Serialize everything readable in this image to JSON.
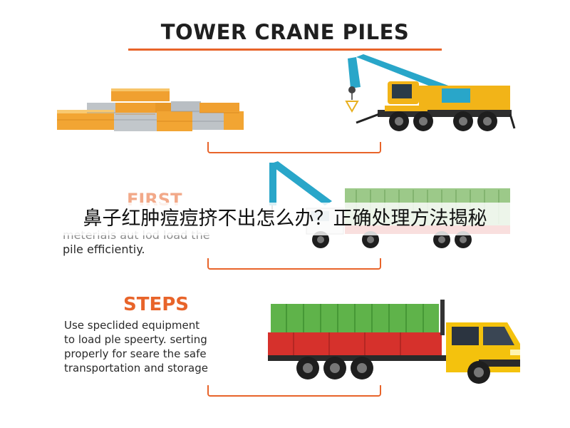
{
  "title": "TOWER CRANE PILES",
  "first": {
    "heading": "FIRST",
    "lines": [
      "meterials aut lod load the",
      "pile efficientiy."
    ]
  },
  "steps": {
    "heading": "STEPS",
    "lines": [
      "Use speclided equipment",
      "to load ple speerty. serting",
      "properly for seare the safe",
      "transportation and storage"
    ]
  },
  "banner": "鼻子红肿痘痘挤不出怎么办？正确处理方法揭秘",
  "colors": {
    "accent": "#e8642a",
    "crane_blue": "#29a6c9",
    "crane_yellow": "#f2b418",
    "container_green": "#5fb34a",
    "truck_red": "#d6312c"
  },
  "icons": [
    "lumber-stack-icon",
    "mobile-crane-icon",
    "truck-crane-icon",
    "cargo-truck-icon"
  ]
}
